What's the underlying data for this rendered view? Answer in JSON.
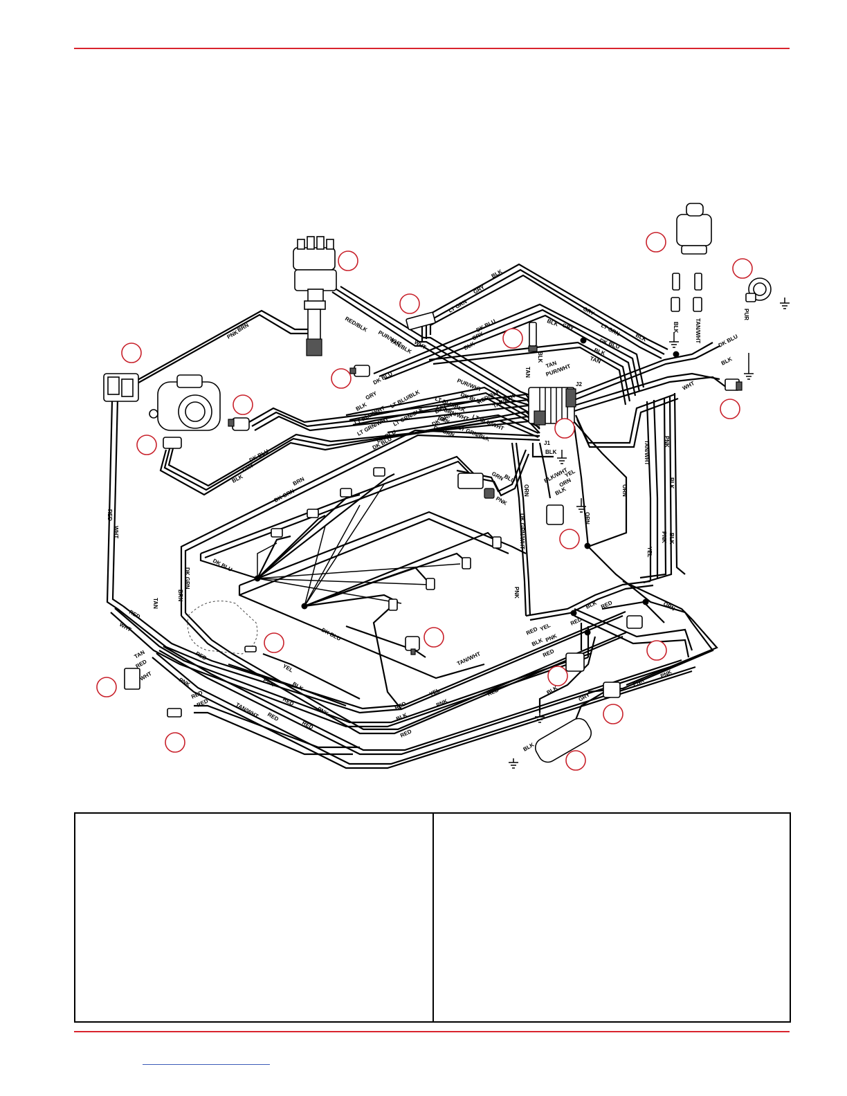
{
  "colors": {
    "rule": "#d9232d",
    "callout": "#c8202a",
    "footer_link": "#3a5bb8",
    "wire": "#000000"
  },
  "wire_labels": {
    "pnk_brn_1": "PNK",
    "pnk_brn_2": "BRN",
    "blk_top": "BLK",
    "gry_top": "GRY",
    "lt_grn_top": "LT GRN",
    "gry_right": "GRY",
    "lt_grn_right": "LT GRN",
    "blk_right": "BLK",
    "red_blk": "RED/BLK",
    "pur_wht": "PUR/WHT",
    "tan_blk": "TAN/BLK",
    "wht_mid": "WHT",
    "dk_blu_top": "DK BLU",
    "gry_mid": "GRY",
    "blk_mid": "BLK",
    "blk_gry": "BLK",
    "gry2": "GRY",
    "dk_blu_r": "DK BLU",
    "blk_r2": "BLK",
    "tan_r": "TAN",
    "tan_sensor": "TAN",
    "blk_sensor": "BLK",
    "tan2": "TAN",
    "pur_wht2": "PUR/WHT",
    "j2": "J2",
    "j1": "J1",
    "blk_tank": "BLK",
    "tan_wht_tank": "TAN/WHT",
    "pur_gauge": "PUR",
    "dk_blu_gauge": "DK BLU",
    "blk_far": "BLK",
    "wht_far": "WHT",
    "dk_blu_sender": "DK BLU",
    "gry_l": "GRY",
    "blk_l": "BLK",
    "lt_blu_wht": "LT BLU/WHT",
    "lt_blu_blk": "LT BLU/BLK",
    "lt_grn_wht": "LT GRN/WHT",
    "lt_grn_blk": "LT GRN/BLK",
    "brn_l": "BRN",
    "dk_grn_l": "DK GRN",
    "dk_blu_l": "DK BLU",
    "pur_wht3": "PUR/WHT",
    "dk_blu_c": "DK BLU",
    "red_blk2": "RED/BLK",
    "tan_blk2": "TAN/BLK",
    "lt_blu_blk2": "LT BLU/BLK",
    "lt_grn_wht2": "LT GRN/WHT",
    "lt_blu_wht2": "LT BLU/WHT",
    "brn_c": "BRN",
    "lt_grn_blk2": "LT GRN/BLK",
    "dk_grn_c": "DK GRN",
    "dk_blu_tps": "DK BLU",
    "gry_tps": "GRY",
    "blk_tps": "BLK",
    "dk_grn_main": "DK GRN",
    "brn_main": "BRN",
    "dk_blu_main": "DK BLU",
    "grn_inj": "GRN",
    "blu_inj": "BLU",
    "pnk_inj": "PNK",
    "orn_inj": "ORN",
    "blk_gnd": "BLK",
    "blk_wht": "BLK/WHT",
    "yel_c": "YEL",
    "orn_c": "ORN",
    "blk_c": "BLK",
    "tan_wht_r": "TAN/WHT",
    "pnk_r": "PNK",
    "blk_r": "BLK",
    "orn_r": "ORN",
    "orn_r2": "ORN",
    "dk_grn_wht": "DK GRN/WHT",
    "pnk_v": "PNK",
    "yel_r": "YEL",
    "pnk_r2": "PNK",
    "blk_r3": "BLK",
    "dk_blu_low": "DK BLU",
    "dk_blu_low2": "DK BLU",
    "red_l": "RED",
    "wht_l": "WHT",
    "dk_grn_v": "DK GRN",
    "brn_v": "BRN",
    "tan_v": "TAN",
    "red_b1": "RED",
    "wht_b1": "WHT",
    "red_b2": "RED",
    "tan_c": "TAN",
    "red_c": "RED",
    "wht_c": "WHT",
    "pnk_b": "PNK",
    "red_b3": "RED",
    "red_b4": "RED",
    "yel_b": "YEL",
    "pnk_b2": "PNK",
    "blk_b2": "BLK",
    "red_b5": "RED",
    "pnk_b3": "PNK",
    "tan_wht_b": "TAN/WHT",
    "red_b6": "RED",
    "red_b7": "RED",
    "red_b8": "RED",
    "yel_b2": "YEL",
    "blk_b3": "BLK",
    "pnk_b4": "PNK",
    "red_b9": "RED",
    "red_b10": "RED",
    "tan_wht_b2": "TAN/WHT",
    "red_b11": "RED",
    "yel_b3": "YEL",
    "blk_b4": "BLK",
    "pnk_b5": "PNK",
    "red_b12": "RED",
    "blk_b5": "BLK",
    "red_b13": "RED",
    "red_b14": "RED",
    "orn_b": "ORN",
    "pnk_b6": "PNK",
    "pnk_b7": "PNK",
    "blk_b6": "BLK",
    "gry_b": "GRY",
    "blk_b7": "BLK"
  }
}
